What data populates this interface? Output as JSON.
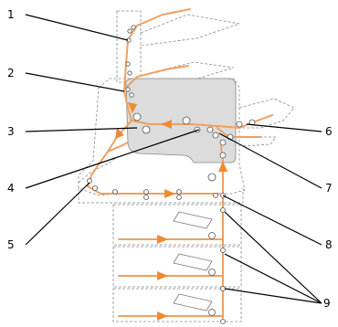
{
  "callouts": {
    "c1": "1",
    "c2": "2",
    "c3": "3",
    "c4": "4",
    "c5": "5",
    "c6": "6",
    "c7": "7",
    "c8": "8",
    "c9": "9"
  },
  "colors": {
    "paper_path": "#f0a060",
    "arrow": "#f08a30",
    "body_fill": "#dcdcdc"
  }
}
